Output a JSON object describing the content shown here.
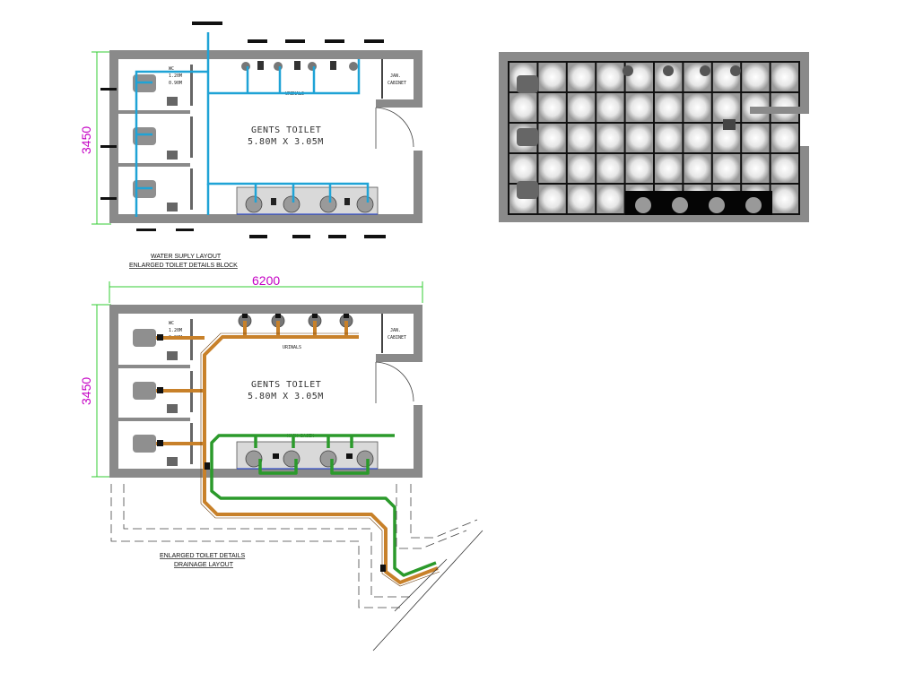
{
  "water_supply_plan": {
    "room_title": "GENTS TOILET",
    "room_size": "5.80M X 3.05M",
    "dimension_vertical": "3450",
    "urinals_label": "URINALS",
    "cabinet_label_1": "JAN.",
    "cabinet_label_2": "CABINET",
    "wc_label_1": "WC",
    "wc_label_2": "1.20M",
    "wc_label_3": "0.90M",
    "caption_line_1": "WATER SUPLY LAYOUT",
    "caption_line_2": "ENLARGED TOILET DETAILS BLOCK"
  },
  "drainage_plan": {
    "room_title": "GENTS TOILET",
    "room_size": "5.80M X 3.05M",
    "dimension_vertical": "3450",
    "dimension_horizontal": "6200",
    "urinals_label": "URINALS",
    "basin_label": "WASH BASIN",
    "cabinet_label_1": "JAN.",
    "cabinet_label_2": "CABINET",
    "wc_label_1": "WC",
    "wc_label_2": "1.20M",
    "wc_label_3": "0.90M",
    "caption_line_1": "ENLARGED TOILET DETAILS",
    "caption_line_2": "DRAINAGE LAYOUT"
  },
  "colors": {
    "wall": "#8a8a8a",
    "water_pipe": "#1fa3d6",
    "drain_pipe": "#c8812a",
    "waste_pipe": "#2b9a2b",
    "dimension": "#c400c4",
    "dimension_line": "#33cc33",
    "tile_dark": "#101010"
  }
}
